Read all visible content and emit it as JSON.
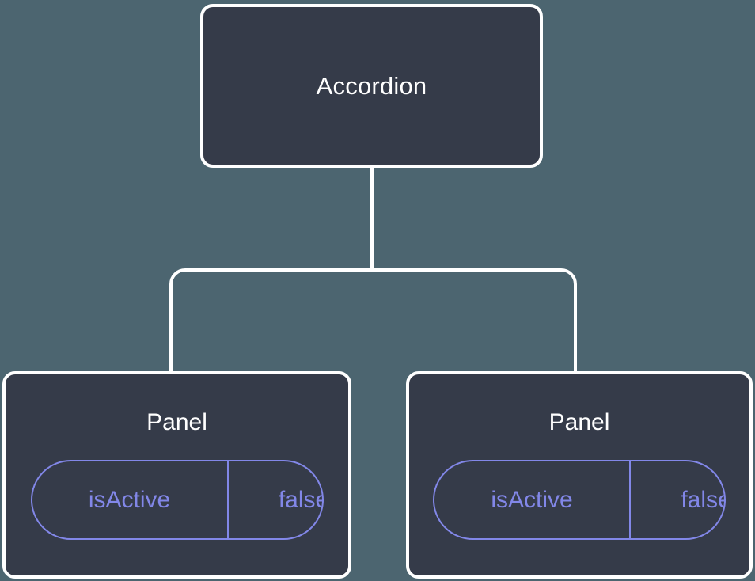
{
  "diagram": {
    "type": "component-tree",
    "background_color": "#4c6570",
    "node_fill_color": "#353b49",
    "node_border_color": "#ffffff",
    "edge_color": "#ffffff",
    "accent_color": "#8287e8",
    "root": {
      "label": "Accordion"
    },
    "children": [
      {
        "label": "Panel",
        "state": {
          "key": "isActive",
          "value": "false"
        }
      },
      {
        "label": "Panel",
        "state": {
          "key": "isActive",
          "value": "false"
        }
      }
    ]
  }
}
